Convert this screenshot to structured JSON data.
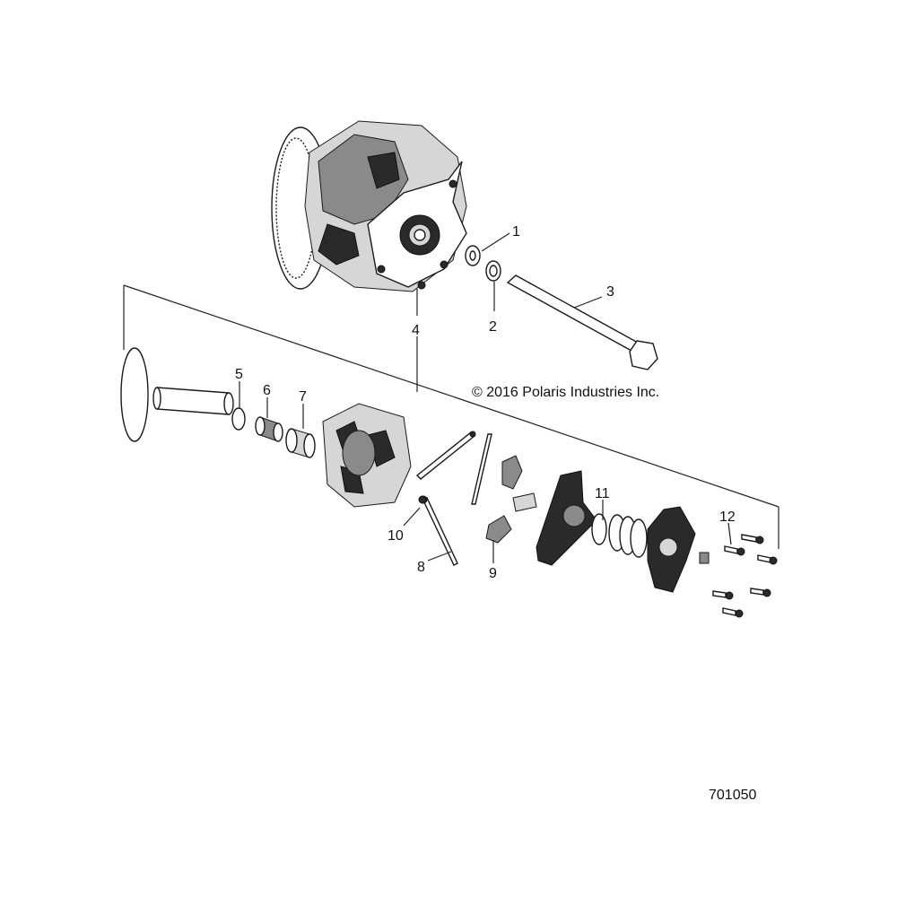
{
  "callouts": [
    "1",
    "2",
    "3",
    "4",
    "5",
    "6",
    "7",
    "8",
    "9",
    "10",
    "11",
    "12"
  ],
  "copyright": "© 2016 Polaris Industries Inc.",
  "figure_number": "701050"
}
